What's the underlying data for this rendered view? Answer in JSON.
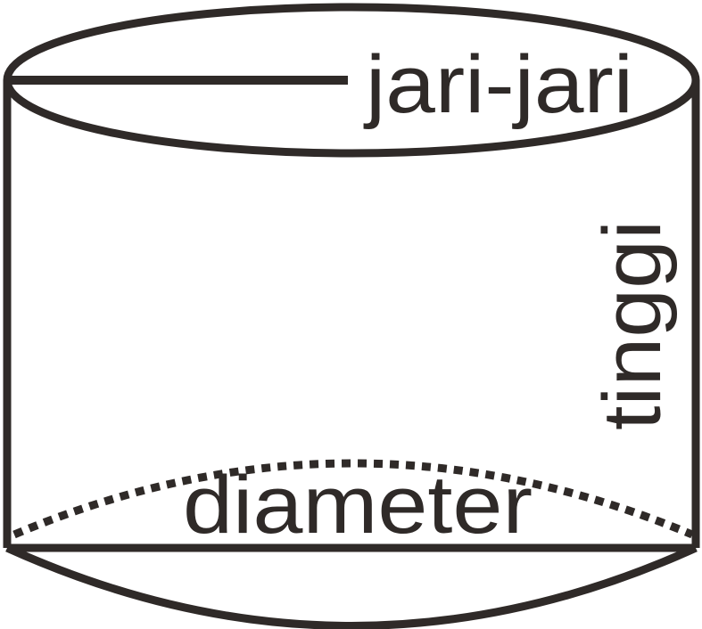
{
  "diagram": {
    "labels": {
      "radius": "jari-jari",
      "height": "tinggi",
      "diameter": "diameter"
    },
    "colors": {
      "stroke": "#2f2a28",
      "background": "#ffffff"
    }
  }
}
